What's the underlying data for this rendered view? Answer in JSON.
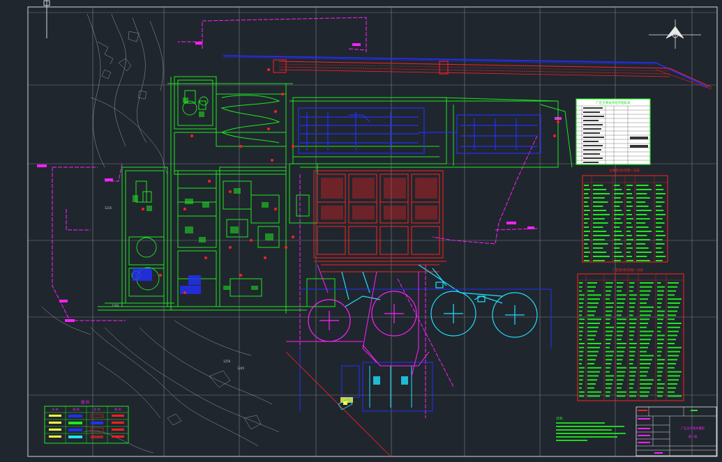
{
  "drawing": {
    "background": "#20262e",
    "colors": {
      "frame": "#cfd6dd",
      "grid": "#8a929a",
      "green": "#1ee81e",
      "blue": "#2230ff",
      "red": "#ff2020",
      "magenta": "#ff20ff",
      "cyan": "#20e0ff",
      "white": "#e8e8e8",
      "yellow": "#ffff40"
    }
  },
  "legend": {
    "title": "图 例",
    "headers": [
      "名 称",
      "图 例",
      "名 称",
      "图 例"
    ],
    "rows": [
      {
        "name": "",
        "name2": ""
      },
      {
        "name": "",
        "name2": ""
      },
      {
        "name": "",
        "name2": ""
      },
      {
        "name": "",
        "name2": ""
      }
    ]
  },
  "notes": {
    "heading": "说明：",
    "lines": [
      "1.",
      "2.",
      "3.",
      "4.",
      "5.",
      "6.",
      "7."
    ]
  },
  "title_block": {
    "drawing_title": "厂区总平面布置图",
    "sheet": "第一版",
    "company": "",
    "scale": ""
  },
  "tables": {
    "table1_title": "厂区主要技术经济指标表",
    "table2_title": "主要建(构)筑物一览表",
    "table3_title": "厂区建(构)筑物一览表"
  },
  "annotations": {
    "north_arrow": "north-arrow-icon"
  }
}
